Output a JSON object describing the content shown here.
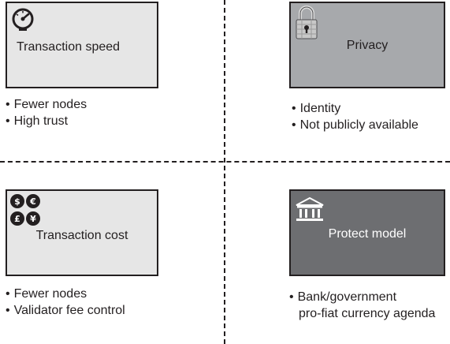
{
  "quadrants": [
    {
      "title": "Transaction speed",
      "icon": "speedometer-icon",
      "bullets": [
        "Fewer nodes",
        "High trust"
      ],
      "fill": "#e6e6e6"
    },
    {
      "title": "Privacy",
      "icon": "padlock-icon",
      "bullets": [
        "Identity",
        "Not publicly available"
      ],
      "fill": "#a7a9ac"
    },
    {
      "title": "Transaction cost",
      "icon": "currency-coins-icon",
      "currency_symbols": [
        "$",
        "€",
        "£",
        "¥"
      ],
      "bullets": [
        "Fewer nodes",
        "Validator fee control"
      ],
      "fill": "#e6e6e6"
    },
    {
      "title": "Protect model",
      "icon": "bank-building-icon",
      "bullets": [
        "Bank/government",
        "pro-fiat currency agenda"
      ],
      "fill": "#6d6e71"
    }
  ]
}
